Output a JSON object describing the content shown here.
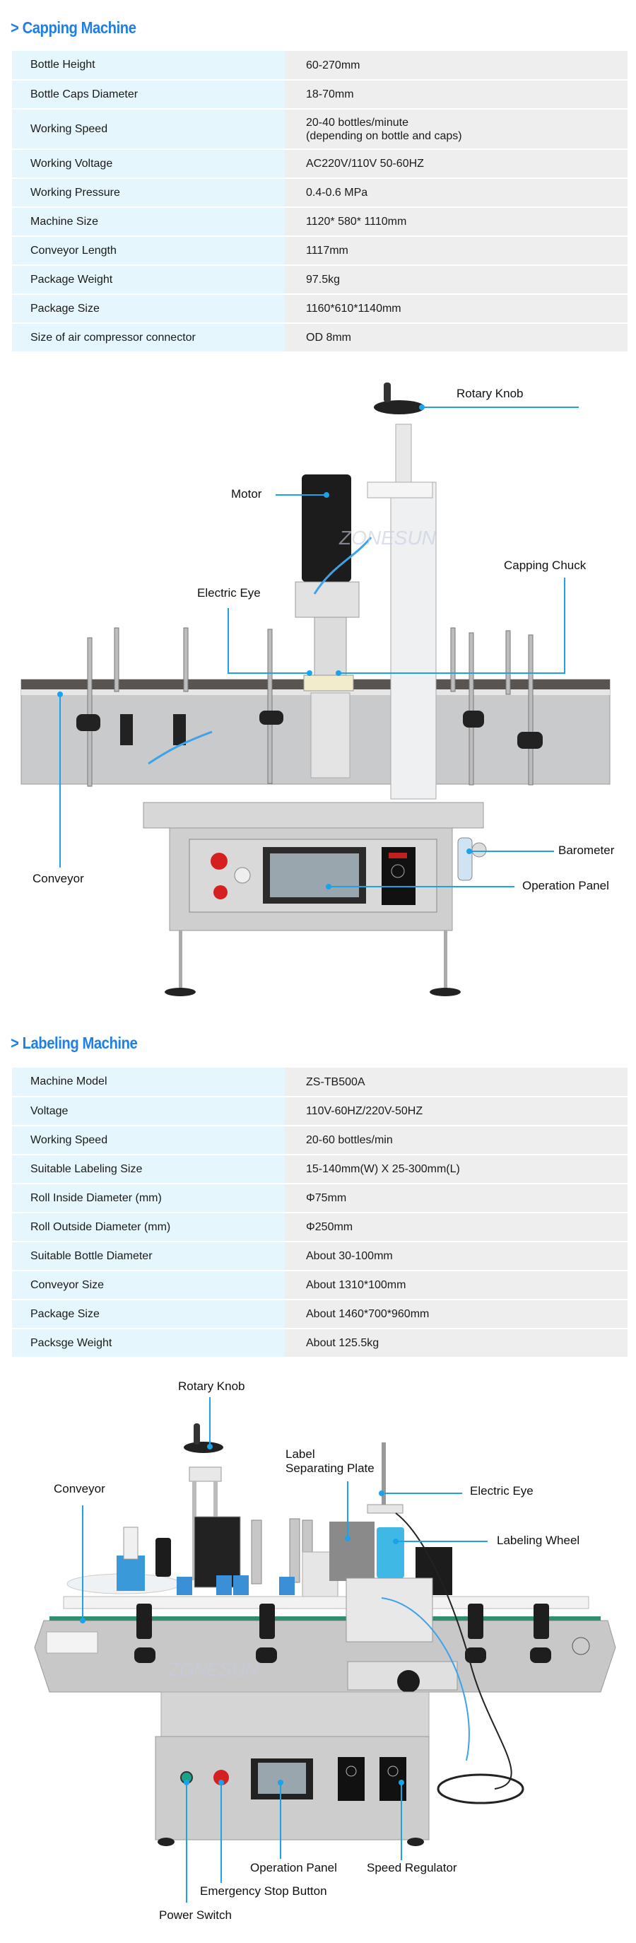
{
  "capping": {
    "title": "> Capping Machine",
    "specs": [
      {
        "label": "Bottle Height",
        "value": "60-270mm"
      },
      {
        "label": "Bottle Caps Diameter",
        "value": "18-70mm"
      },
      {
        "label": "Working Speed",
        "value": "20-40 bottles/minute",
        "value2": "(depending on bottle and caps)"
      },
      {
        "label": "Working Voltage",
        "value": "AC220V/110V 50-60HZ"
      },
      {
        "label": "Working Pressure",
        "value": "0.4-0.6 MPa"
      },
      {
        "label": "Machine Size",
        "value": "1120* 580* 1110mm"
      },
      {
        "label": "Conveyor Length",
        "value": "1117mm"
      },
      {
        "label": "Package Weight",
        "value": "97.5kg"
      },
      {
        "label": "Package Size",
        "value": "1160*610*1140mm"
      },
      {
        "label": "Size of air compressor connector",
        "value": "OD 8mm"
      }
    ],
    "callouts": {
      "rotary_knob": "Rotary Knob",
      "motor": "Motor",
      "capping_chuck": "Capping Chuck",
      "electric_eye": "Electric Eye",
      "conveyor": "Conveyor",
      "barometer": "Barometer",
      "operation_panel": "Operation Panel"
    },
    "watermark": "ZONESUN"
  },
  "labeling": {
    "title": "> Labeling Machine",
    "specs": [
      {
        "label": "Machine Model",
        "value": "ZS-TB500A"
      },
      {
        "label": "Voltage",
        "value": "110V-60HZ/220V-50HZ"
      },
      {
        "label": "Working Speed",
        "value": "20-60 bottles/min"
      },
      {
        "label": "Suitable Labeling Size",
        "value": "15-140mm(W) X 25-300mm(L)"
      },
      {
        "label": "Roll Inside Diameter (mm)",
        "value": "Φ75mm"
      },
      {
        "label": "Roll Outside Diameter (mm)",
        "value": "Φ250mm"
      },
      {
        "label": "Suitable Bottle Diameter",
        "value": "About 30-100mm"
      },
      {
        "label": "Conveyor Size",
        "value": "About 1310*100mm"
      },
      {
        "label": "Package Size",
        "value": "About 1460*700*960mm"
      },
      {
        "label": "Packsge Weight",
        "value": "About 125.5kg"
      }
    ],
    "callouts": {
      "rotary_knob": "Rotary Knob",
      "conveyor": "Conveyor",
      "label_plate_1": "Label",
      "label_plate_2": "Separating Plate",
      "electric_eye": "Electric Eye",
      "labeling_wheel": "Labeling Wheel",
      "operation_panel": "Operation Panel",
      "speed_regulator": "Speed Regulator",
      "emergency_stop": "Emergency Stop Button",
      "power_switch": "Power Switch"
    },
    "watermark": "ZONESUN"
  },
  "colors": {
    "accent": "#1f7fe6",
    "callout_line": "#1aa3e8",
    "key_bg": "#e5f6fd",
    "value_bg": "#eeeeee"
  }
}
